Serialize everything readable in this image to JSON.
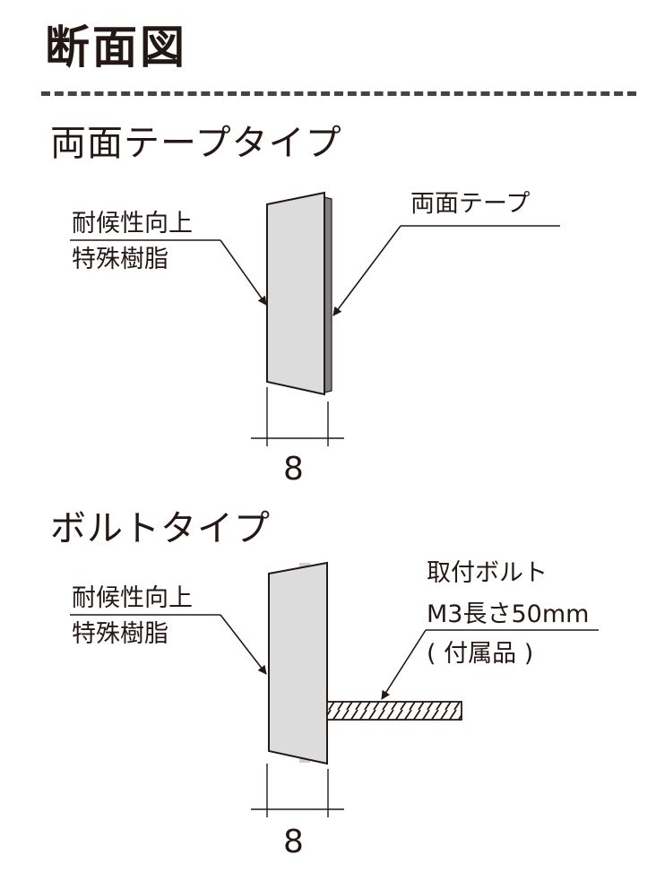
{
  "page_title": "断面図",
  "sections": [
    {
      "title": "両面テープタイプ",
      "material_label_line1": "耐候性向上",
      "material_label_line2": "特殊樹脂",
      "part_label": "両面テープ",
      "dimension": "8"
    },
    {
      "title": "ボルトタイプ",
      "material_label_line1": "耐候性向上",
      "material_label_line2": "特殊樹脂",
      "part_label_line1": "取付ボルト",
      "part_label_line2": "M3長さ50mm",
      "part_label_line3": "( 付属品 )",
      "dimension": "8"
    }
  ],
  "colors": {
    "line": "#231815",
    "panel_fill": "#dcdcdd",
    "tape_fill": "#808080",
    "divider": "#444444"
  }
}
